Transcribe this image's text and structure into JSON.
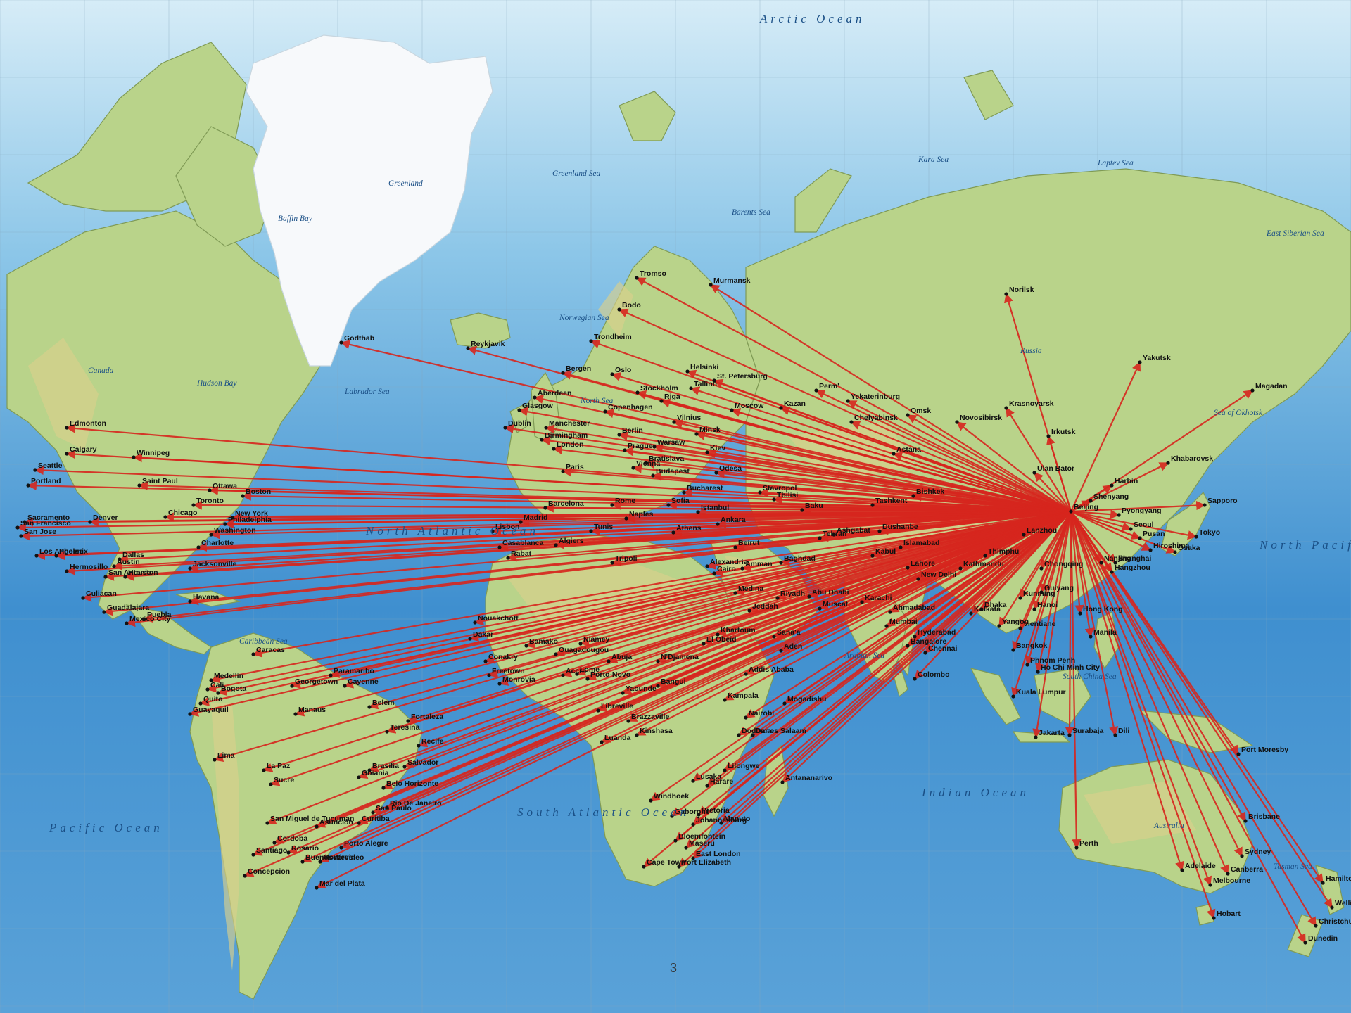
{
  "colors": {
    "route": "#d7261e",
    "land": "#b9d38a",
    "ocean": "#4a97d1",
    "ice": "#f7f9fb"
  },
  "hub": "Beijing",
  "page_number": "3",
  "water_labels": [
    {
      "id": "arctic",
      "text": "Arctic Ocean",
      "cls": "ocean-label"
    },
    {
      "id": "north-atlantic",
      "text": "North Atlantic Ocean",
      "cls": "ocean-label"
    },
    {
      "id": "south-atlantic",
      "text": "South Atlantic Ocean",
      "cls": "ocean-label"
    },
    {
      "id": "indian",
      "text": "Indian Ocean",
      "cls": "ocean-label"
    },
    {
      "id": "north-pacific",
      "text": "North Pacific Ocean",
      "cls": "ocean-label"
    },
    {
      "id": "pacific",
      "text": "Pacific Ocean",
      "cls": "ocean-label"
    },
    {
      "id": "kara",
      "text": "Kara Sea",
      "cls": "sea-label"
    },
    {
      "id": "laptev",
      "text": "Laptev Sea",
      "cls": "sea-label"
    },
    {
      "id": "barents",
      "text": "Barents Sea",
      "cls": "sea-label"
    },
    {
      "id": "greenland-sea",
      "text": "Greenland Sea",
      "cls": "sea-label"
    },
    {
      "id": "norwegian",
      "text": "Norwegian Sea",
      "cls": "sea-label"
    },
    {
      "id": "east-siberian",
      "text": "East Siberian Sea",
      "cls": "sea-label"
    },
    {
      "id": "okhotsk",
      "text": "Sea of Okhotsk",
      "cls": "sea-label"
    },
    {
      "id": "baffin",
      "text": "Baffin Bay",
      "cls": "sea-label"
    },
    {
      "id": "hudson",
      "text": "Hudson Bay",
      "cls": "sea-label"
    },
    {
      "id": "labrador",
      "text": "Labrador Sea",
      "cls": "sea-label"
    },
    {
      "id": "greenland",
      "text": "Greenland",
      "cls": "sea-label"
    },
    {
      "id": "russia",
      "text": "Russia",
      "cls": "sea-label"
    },
    {
      "id": "canada",
      "text": "Canada",
      "cls": "sea-label"
    },
    {
      "id": "australia",
      "text": "Australia",
      "cls": "sea-label"
    },
    {
      "id": "caribbean",
      "text": "Caribbean Sea",
      "cls": "sea-label"
    },
    {
      "id": "arabian",
      "text": "Arabian Sea",
      "cls": "sea-label"
    },
    {
      "id": "south-china",
      "text": "South China Sea",
      "cls": "sea-label"
    },
    {
      "id": "north-sea",
      "text": "North Sea",
      "cls": "sea-label"
    },
    {
      "id": "tasman",
      "text": "Tasman Sea",
      "cls": "sea-label"
    }
  ],
  "cities": [
    "Beijing",
    "Godthab",
    "Reykjavik",
    "Tromso",
    "Murmansk",
    "Bodo",
    "Trondheim",
    "Bergen",
    "Oslo",
    "Stockholm",
    "Helsinki",
    "Tallinn",
    "St. Petersburg",
    "Riga",
    "Vilnius",
    "Minsk",
    "Moscow",
    "Copenhagen",
    "Aberdeen",
    "Glasgow",
    "Dublin",
    "Manchester",
    "Birmingham",
    "London",
    "Paris",
    "Berlin",
    "Prague",
    "Warsaw",
    "Vienna",
    "Bratislava",
    "Budapest",
    "Kiev",
    "Odesa",
    "Bucharest",
    "Sofia",
    "Istanbul",
    "Ankara",
    "Rome",
    "Naples",
    "Athens",
    "Barcelona",
    "Madrid",
    "Lisbon",
    "Casablanca",
    "Rabat",
    "Algiers",
    "Tunis",
    "Tripoli",
    "Cairo",
    "Alexandria",
    "Beirut",
    "Amman",
    "Baghdad",
    "Tehran",
    "Baku",
    "Tbilisi",
    "Stavropol",
    "Kazan",
    "Perm'",
    "Yekaterinburg",
    "Chelyabinsk",
    "Omsk",
    "Novosibirsk",
    "Krasnoyarsk",
    "Irkutsk",
    "Astana",
    "Ulan Bator",
    "Bishkek",
    "Tashkent",
    "Ashgabat",
    "Dushanbe",
    "Kabul",
    "Islamabad",
    "Lahore",
    "New Delhi",
    "Karachi",
    "Ahmadabad",
    "Mumbai",
    "Bangalore",
    "Hyderabad",
    "Chennai",
    "Colombo",
    "Kathmandu",
    "Thimphu",
    "Dhaka",
    "Kolkata",
    "Yangon",
    "Bangkok",
    "Hanoi",
    "Vientiane",
    "Phnom Penh",
    "Ho Chi Minh City",
    "Kuala Lumpur",
    "Jakarta",
    "Surabaja",
    "Manila",
    "Hong Kong",
    "Shanghai",
    "Nanjing",
    "Hangzhou",
    "Chongqing",
    "Lanzhou",
    "Kunming",
    "Guiyang",
    "Shenyang",
    "Harbin",
    "Pyongyang",
    "Seoul",
    "Pusan",
    "Hiroshima",
    "Osaka",
    "Tokyo",
    "Sapporo",
    "Khabarovsk",
    "Yakutsk",
    "Magadan",
    "Norilsk",
    "Dili",
    "Port Moresby",
    "Brisbane",
    "Sydney",
    "Canberra",
    "Melbourne",
    "Adelaide",
    "Perth",
    "Hobart",
    "Hamilton",
    "Wellington",
    "Christchurch",
    "Dunedin",
    "Riyadh",
    "Jeddah",
    "Medina",
    "Sana'a",
    "Aden",
    "Muscat",
    "Abu Dhabi",
    "Khartoum",
    "El Obeid",
    "N'Djamena",
    "Addis Ababa",
    "Mogadishu",
    "Nairobi",
    "Kampala",
    "Dar es Salaam",
    "Dodoma",
    "Kinshasa",
    "Brazzaville",
    "Libreville",
    "Yaounde",
    "Bangui",
    "Abuja",
    "Lome",
    "Accra",
    "Porto-Novo",
    "Niamey",
    "Ouagadougou",
    "Bamako",
    "Dakar",
    "Conakry",
    "Freetown",
    "Monrovia",
    "Nouakchott",
    "Luanda",
    "Lusaka",
    "Harare",
    "Lilongwe",
    "Windhoek",
    "Gaborone",
    "Pretoria",
    "Johannesburg",
    "Maputo",
    "Bloemfontein",
    "Maseru",
    "Cape Town",
    "Port Elizabeth",
    "East London",
    "Antananarivo",
    "Ottawa",
    "Toronto",
    "Boston",
    "New York",
    "Philadelphia",
    "Washington",
    "Charlotte",
    "Jacksonville",
    "Saint Paul",
    "Chicago",
    "Houston",
    "San Antonio",
    "Austin",
    "Dallas",
    "Denver",
    "Phoenix",
    "Los Angeles",
    "San Francisco",
    "Sacramento",
    "San Jose",
    "Seattle",
    "Portland",
    "Calgary",
    "Edmonton",
    "Winnipeg",
    "Havana",
    "Mexico City",
    "Guadalajara",
    "Puebla",
    "Hermosillo",
    "Culiacan",
    "Caracas",
    "Bogota",
    "Medellin",
    "Cali",
    "Quito",
    "Guayaquil",
    "Lima",
    "Georgetown",
    "Paramaribo",
    "Cayenne",
    "Belem",
    "Manaus",
    "Fortaleza",
    "Recife",
    "Salvador",
    "Brasilia",
    "Belo Horizonte",
    "Rio De Janeiro",
    "Sao Paulo",
    "La Paz",
    "Sucre",
    "Asuncion",
    "Cordoba",
    "Rosario",
    "Buenos Aires",
    "Montevideo",
    "Santiago",
    "Concepcion",
    "Mar del Plata",
    "Porto Alegre",
    "Curitiba",
    "San Miguel de Tucuman",
    "Teresina",
    "Goiania"
  ]
}
